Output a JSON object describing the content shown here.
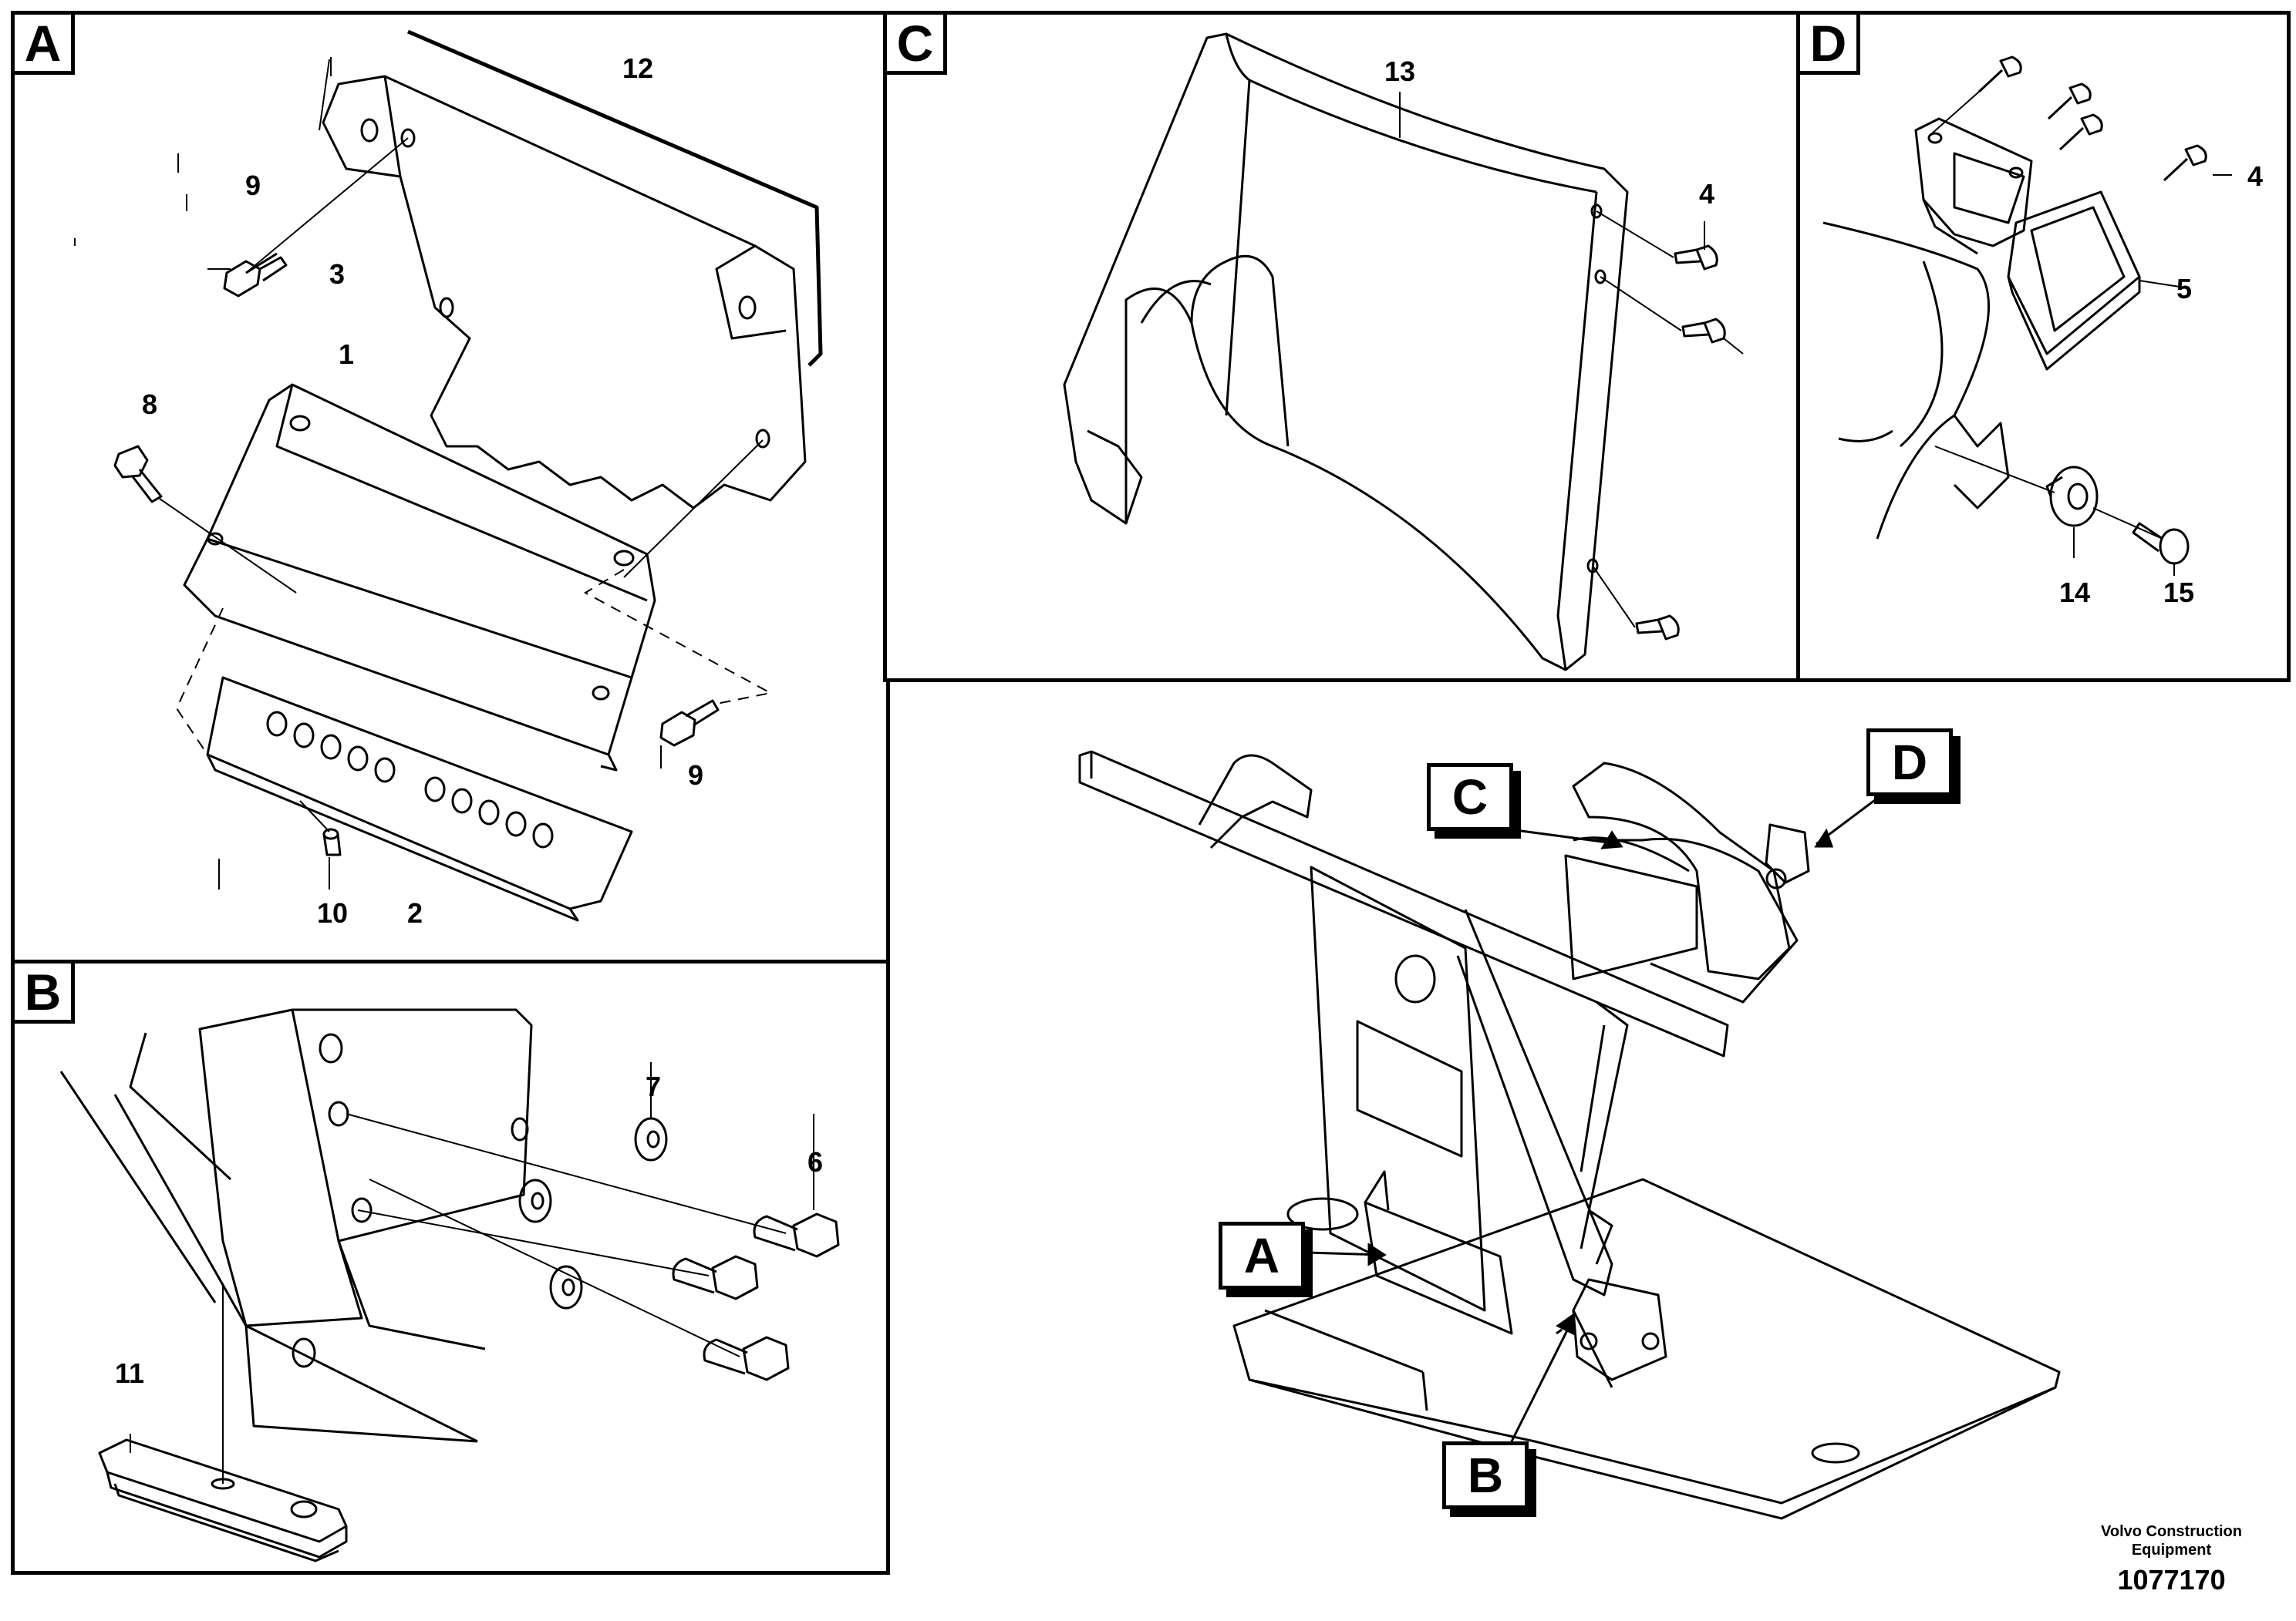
{
  "panels": {
    "a": {
      "tag": "A",
      "parts": [
        "12",
        "9",
        "3",
        "1",
        "8",
        "9",
        "10",
        "2"
      ]
    },
    "b": {
      "tag": "B",
      "parts": [
        "7",
        "6",
        "11"
      ]
    },
    "c": {
      "tag": "C",
      "parts": [
        "13",
        "4"
      ]
    },
    "d": {
      "tag": "D",
      "parts": [
        "4",
        "5",
        "14",
        "15"
      ]
    }
  },
  "overview": {
    "callouts": {
      "a": "A",
      "b": "B",
      "c": "C",
      "d": "D"
    }
  },
  "footer": {
    "brand_line1": "Volvo Construction",
    "brand_line2": "Equipment",
    "doc_number": "1077170"
  }
}
